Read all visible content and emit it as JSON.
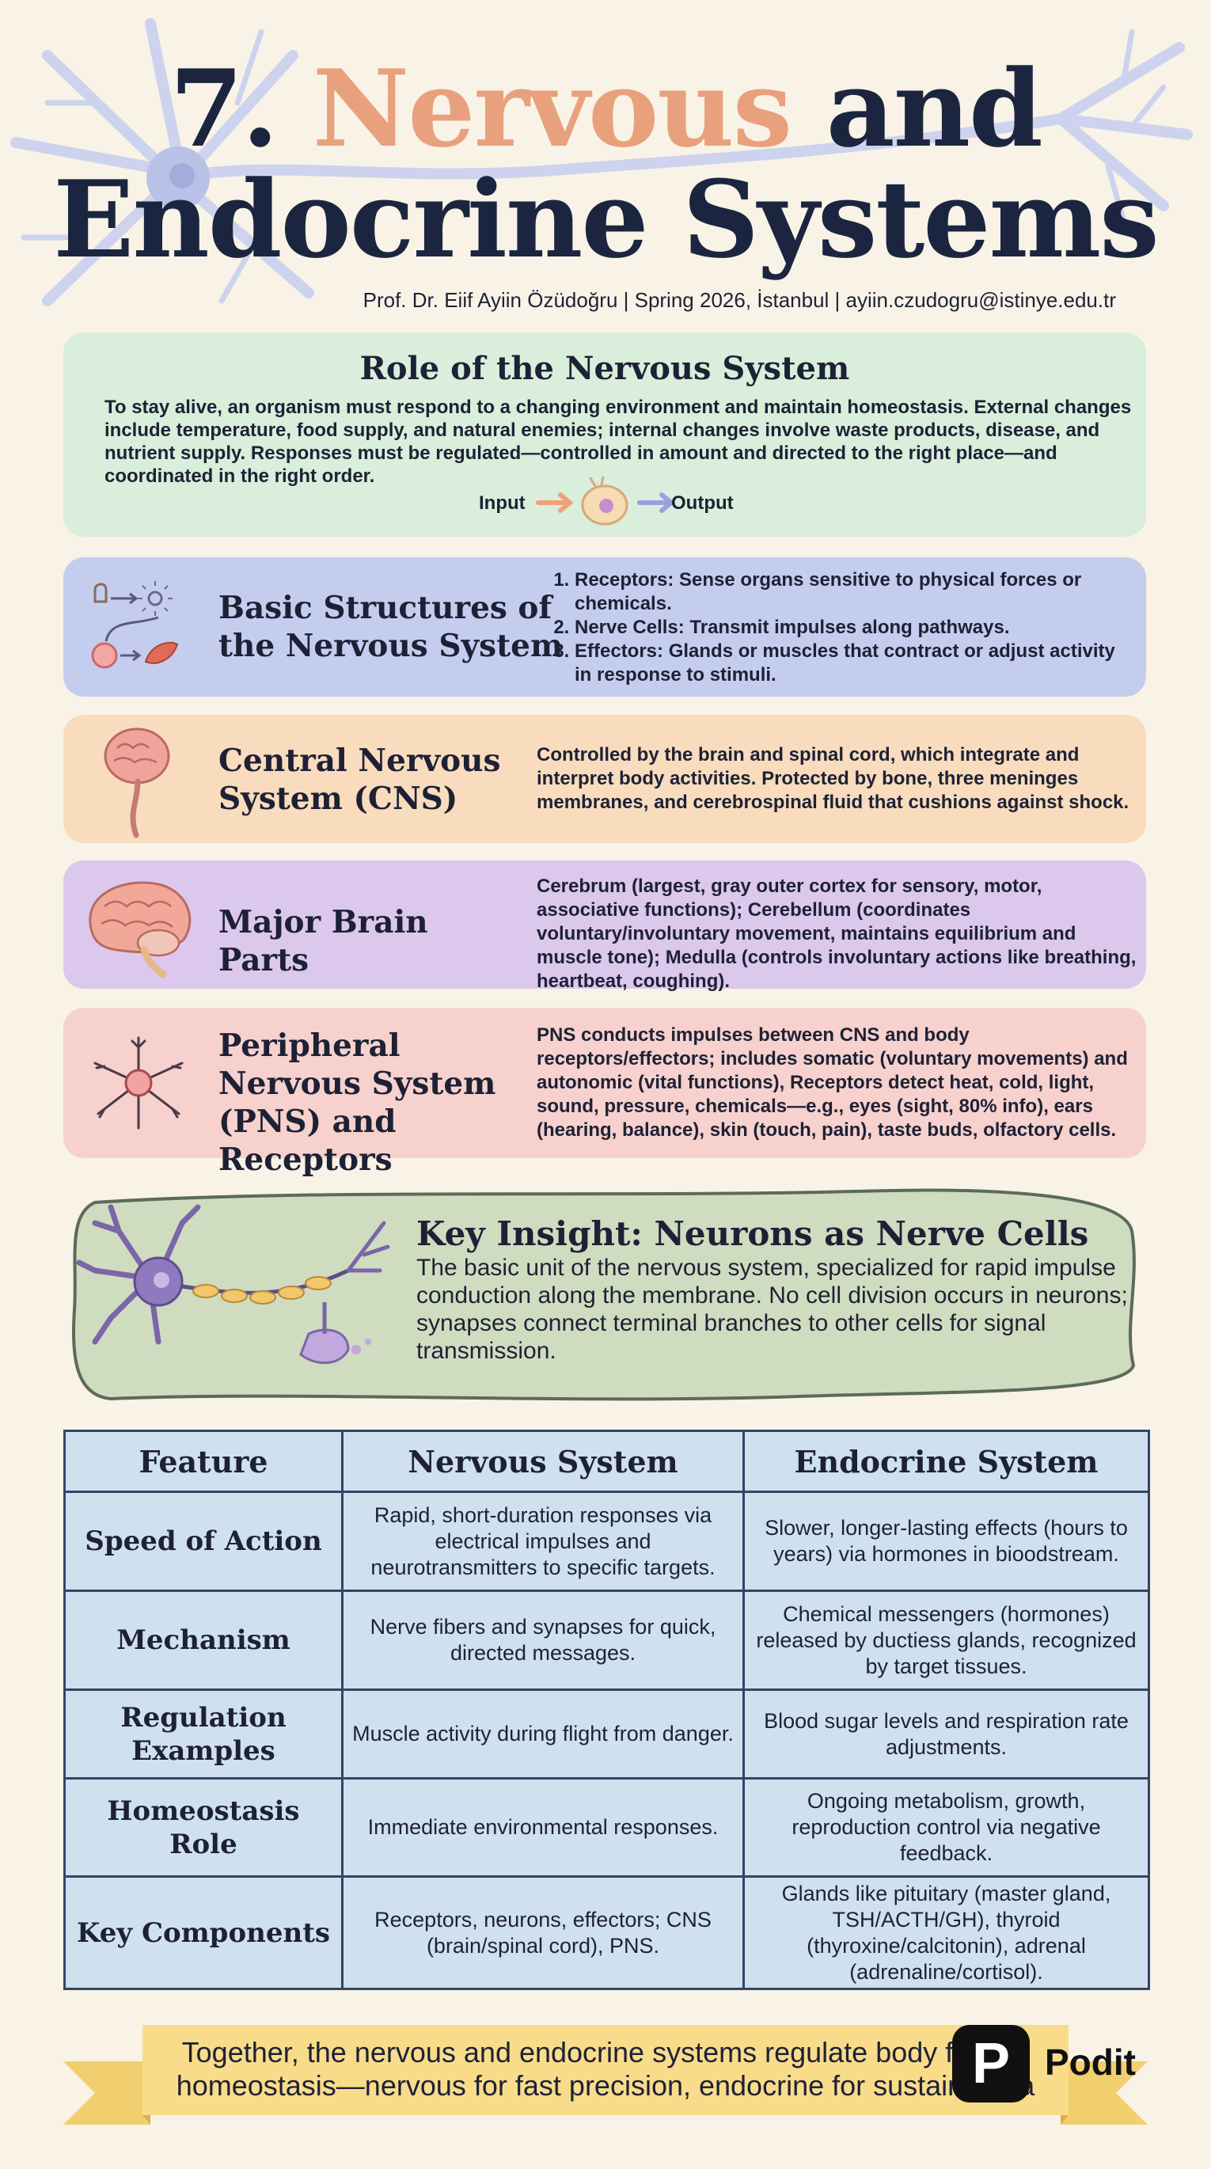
{
  "header": {
    "title_number": "7.",
    "title_accent": "Nervous",
    "title_and": "and",
    "title_line2": "Endocrine Systems",
    "subtitle": "Prof. Dr. Eiif Ayiin Özüdoğru | Spring 2026, İstanbul | ayiin.czudogru@istinye.edu.tr"
  },
  "role": {
    "title": "Role of the Nervous System",
    "body": "To stay alive, an organism must respond to a changing environment and maintain homeostasis. External changes include temperature, food supply, and natural enemies; internal changes involve waste products, disease, and nutrient supply. Responses must be regulated—controlled in amount and directed to the right place—and coordinated in the right order.",
    "input_label": "Input",
    "output_label": "Output"
  },
  "structures": {
    "title": "Basic Structures of the Nervous System",
    "items": [
      "Receptors: Sense organs sensitive to physical forces or chemicals.",
      "Nerve Cells: Transmit impulses along pathways.",
      "Effectors: Glands or muscles that contract or adjust activity in response to stimuli."
    ]
  },
  "cns": {
    "title": "Central Nervous System (CNS)",
    "body": "Controlled by the brain and spinal cord, which integrate and interpret body activities. Protected by bone, three meninges membranes, and cerebrospinal fluid that cushions against shock."
  },
  "brain": {
    "title": "Major Brain Parts",
    "body": "Cerebrum (largest, gray outer cortex for sensory, motor, associative functions); Cerebellum (coordinates voluntary/involuntary movement, maintains equilibrium and muscle tone); Medulla (controls involuntary actions like breathing, heartbeat, coughing)."
  },
  "pns": {
    "title": "Peripheral Nervous System (PNS) and Receptors",
    "body": "PNS conducts impulses between CNS and body receptors/effectors; includes somatic (voluntary movements) and autonomic (vital functions), Receptors detect heat, cold, light, sound, pressure, chemicals—e.g., eyes (sight, 80% info), ears (hearing, balance), skin (touch, pain), taste buds, olfactory cells."
  },
  "insight": {
    "title": "Key Insight: Neurons as Nerve Cells",
    "body": "The basic unit of the nervous system, specialized for rapid impulse conduction along the membrane. No cell division occurs in neurons; synapses connect terminal branches to other cells for signal transmission."
  },
  "table": {
    "headers": [
      "Feature",
      "Nervous System",
      "Endocrine System"
    ],
    "rows": [
      {
        "feature": "Speed of Action",
        "nervous": "Rapid, short-duration responses via electrical impulses and neurotransmitters to specific targets.",
        "endocrine": "Slower, longer-lasting effects (hours to years) via hormones in bioodstream."
      },
      {
        "feature": "Mechanism",
        "nervous": "Nerve fibers and synapses for quick, directed messages.",
        "endocrine": "Chemical messengers (hormones) released by ductiess glands, recognized by target tissues."
      },
      {
        "feature": "Regulation Examples",
        "nervous": "Muscle activity during flight from danger.",
        "endocrine": "Blood sugar levels and respiration rate adjustments."
      },
      {
        "feature": "Homeostasis Role",
        "nervous": "Immediate environmental responses.",
        "endocrine": "Ongoing metabolism, growth, reproduction control via negative feedback."
      },
      {
        "feature": "Key Components",
        "nervous": "Receptors, neurons, effectors; CNS (brain/spinal cord), PNS.",
        "endocrine": "Glands like pituitary (master gland, TSH/ACTH/GH), thyroid (thyroxine/calcitonin), adrenal (adrenaline/cortisol)."
      }
    ]
  },
  "footer": {
    "line1": "Together, the nervous and endocrine systems regulate body functio",
    "line2": "homeostasis—nervous for fast precision, endocrine for sustained ba",
    "logo_glyph": "P",
    "logo_text": "Podit"
  },
  "colors": {
    "background": "#f8f3e6",
    "title_dark": "#1c2540",
    "title_accent": "#e9a07c",
    "role_card": "#d9eedb",
    "structures_card": "#c5cdef",
    "cns_card": "#f8dcbd",
    "brain_card": "#dcc8ec",
    "pns_card": "#f6d1cd",
    "insight_card": "#cfdcc0",
    "table_cell": "#cfe0ee",
    "banner": "#f8dc8a"
  }
}
